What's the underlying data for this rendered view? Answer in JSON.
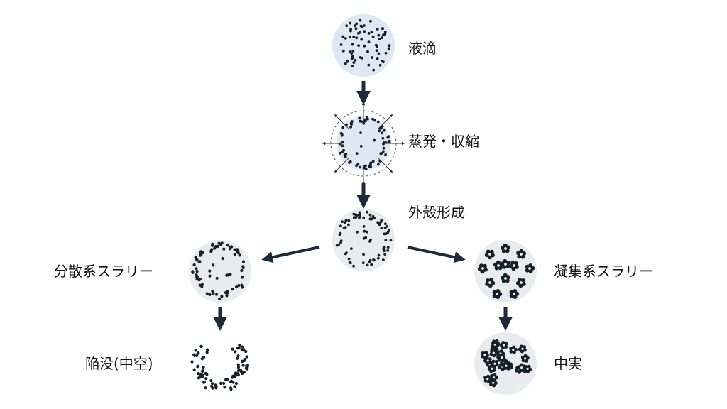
{
  "colors": {
    "dot": "#16202b",
    "droplet_fill": "#dde8f2",
    "shell_fill": "#e9ebee",
    "arrow": "#1d2a3a",
    "text": "#111111"
  },
  "labels": {
    "droplet": "液滴",
    "evaporation": "蒸発・収縮",
    "shell": "外殻形成",
    "dispersed": "分散系スラリー",
    "aggregated": "凝集系スラリー",
    "hollow": "陥没(中空)",
    "solid": "中実"
  }
}
